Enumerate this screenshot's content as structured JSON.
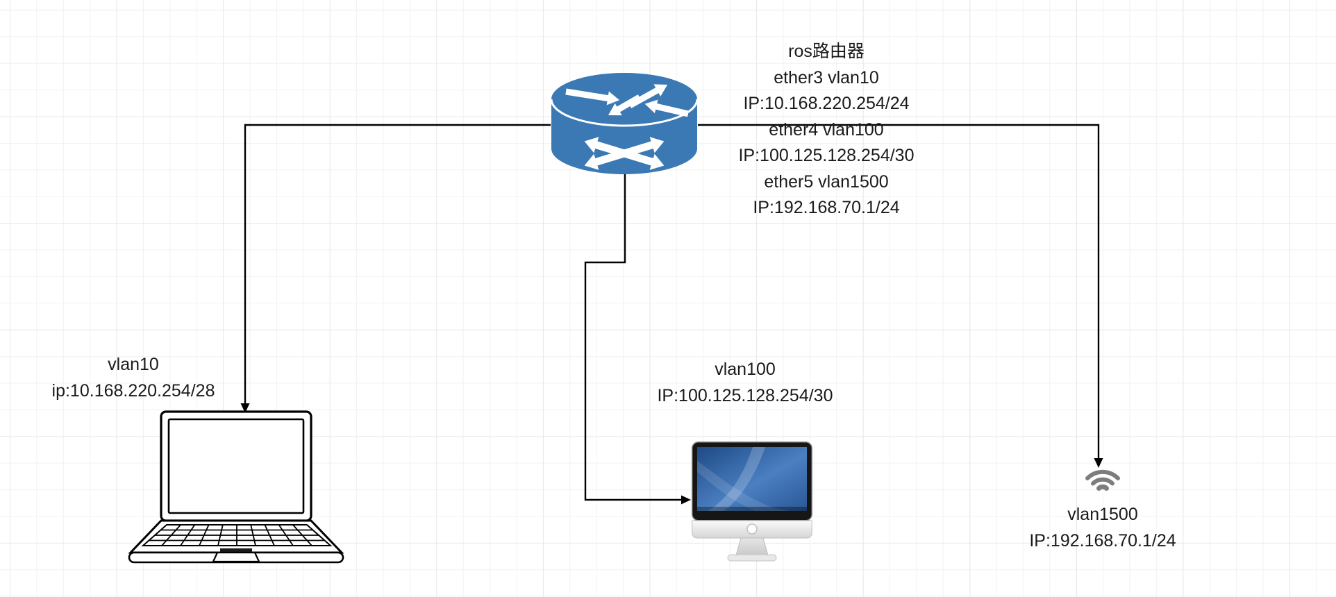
{
  "canvas": {
    "background": "#ffffff",
    "grid_minor_color": "#f2f2f2",
    "grid_major_color": "#e9e9e9"
  },
  "colors": {
    "connector": "#000000",
    "text": "#1a1a1a",
    "router_blue": "#3b79b5",
    "wifi_gray": "#7d7d7d",
    "desktop_screen_dark": "#1f4a86",
    "desktop_screen_light": "#4a7fc1"
  },
  "router": {
    "lines": [
      "ros路由器",
      "ether3 vlan10",
      "IP:10.168.220.254/24",
      "ether4 vlan100",
      "IP:100.125.128.254/30",
      "ether5 vlan1500",
      "IP:192.168.70.1/24"
    ]
  },
  "laptop": {
    "lines": [
      "vlan10",
      "ip:10.168.220.254/28"
    ]
  },
  "desktop": {
    "lines": [
      "vlan100",
      "IP:100.125.128.254/30"
    ]
  },
  "wifi": {
    "lines": [
      "vlan1500",
      "IP:192.168.70.1/24"
    ]
  },
  "connections": [
    {
      "from": "router",
      "to": "laptop",
      "style": "orthogonal-arrow"
    },
    {
      "from": "router",
      "to": "desktop",
      "style": "orthogonal-arrow"
    },
    {
      "from": "router",
      "to": "wifi",
      "style": "orthogonal-arrow"
    }
  ]
}
